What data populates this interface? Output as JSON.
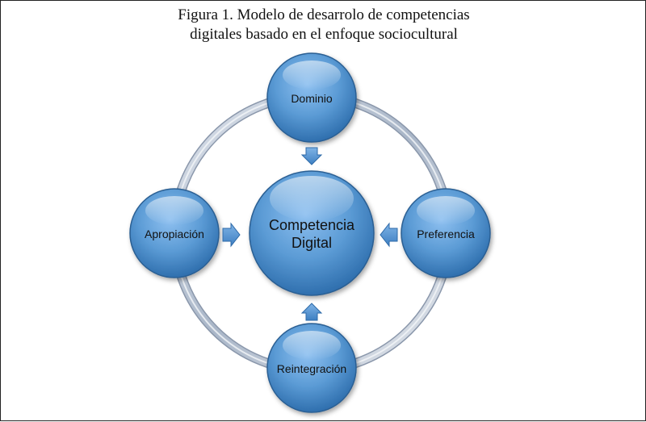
{
  "figure": {
    "title_line1": "Figura 1. Modelo de desarrolo de competencias",
    "title_line2": "digitales basado en el enfoque sociocultural"
  },
  "diagram": {
    "center": {
      "line1": "Competencia",
      "line2": "Digital"
    },
    "nodes": {
      "top": "Dominio",
      "right": "Preferencia",
      "bottom": "Reintegración",
      "left": "Apropiación"
    }
  },
  "colors": {
    "node_fill": "#5b9bd5",
    "node_dark": "#2e75b6",
    "ring": "#b8c3d3",
    "arrow": "#4f8fd0"
  }
}
